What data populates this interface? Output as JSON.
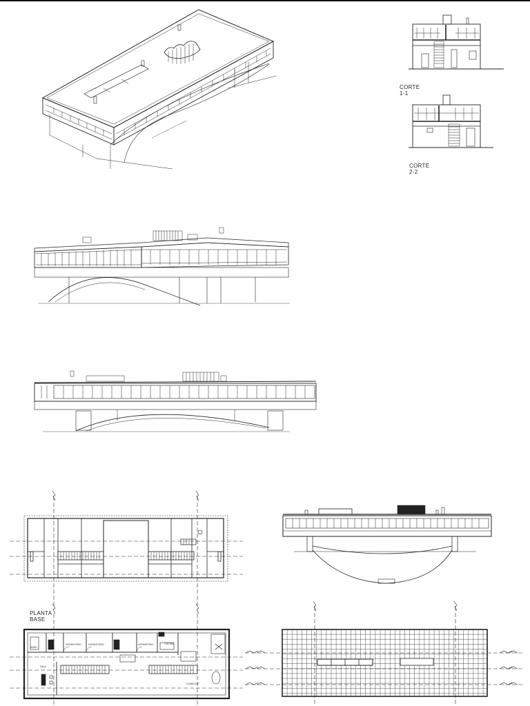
{
  "drawing_sheet": {
    "section_1": {
      "title": "CORTE",
      "number": "1-1"
    },
    "section_2": {
      "title": "CORTE",
      "number": "2-2"
    },
    "plan_base": {
      "line1": "PLANTA",
      "line2": "BASE"
    },
    "room_labels": {
      "bano": "BAÑO",
      "dormitorio_1": "DORMITORIO",
      "dormitorio_2": "DORMITORIO",
      "dormitorio_3": "DORMITORIO",
      "cocina": "COCINA",
      "sala": "SALA",
      "comedor": "COMEDOR"
    }
  }
}
